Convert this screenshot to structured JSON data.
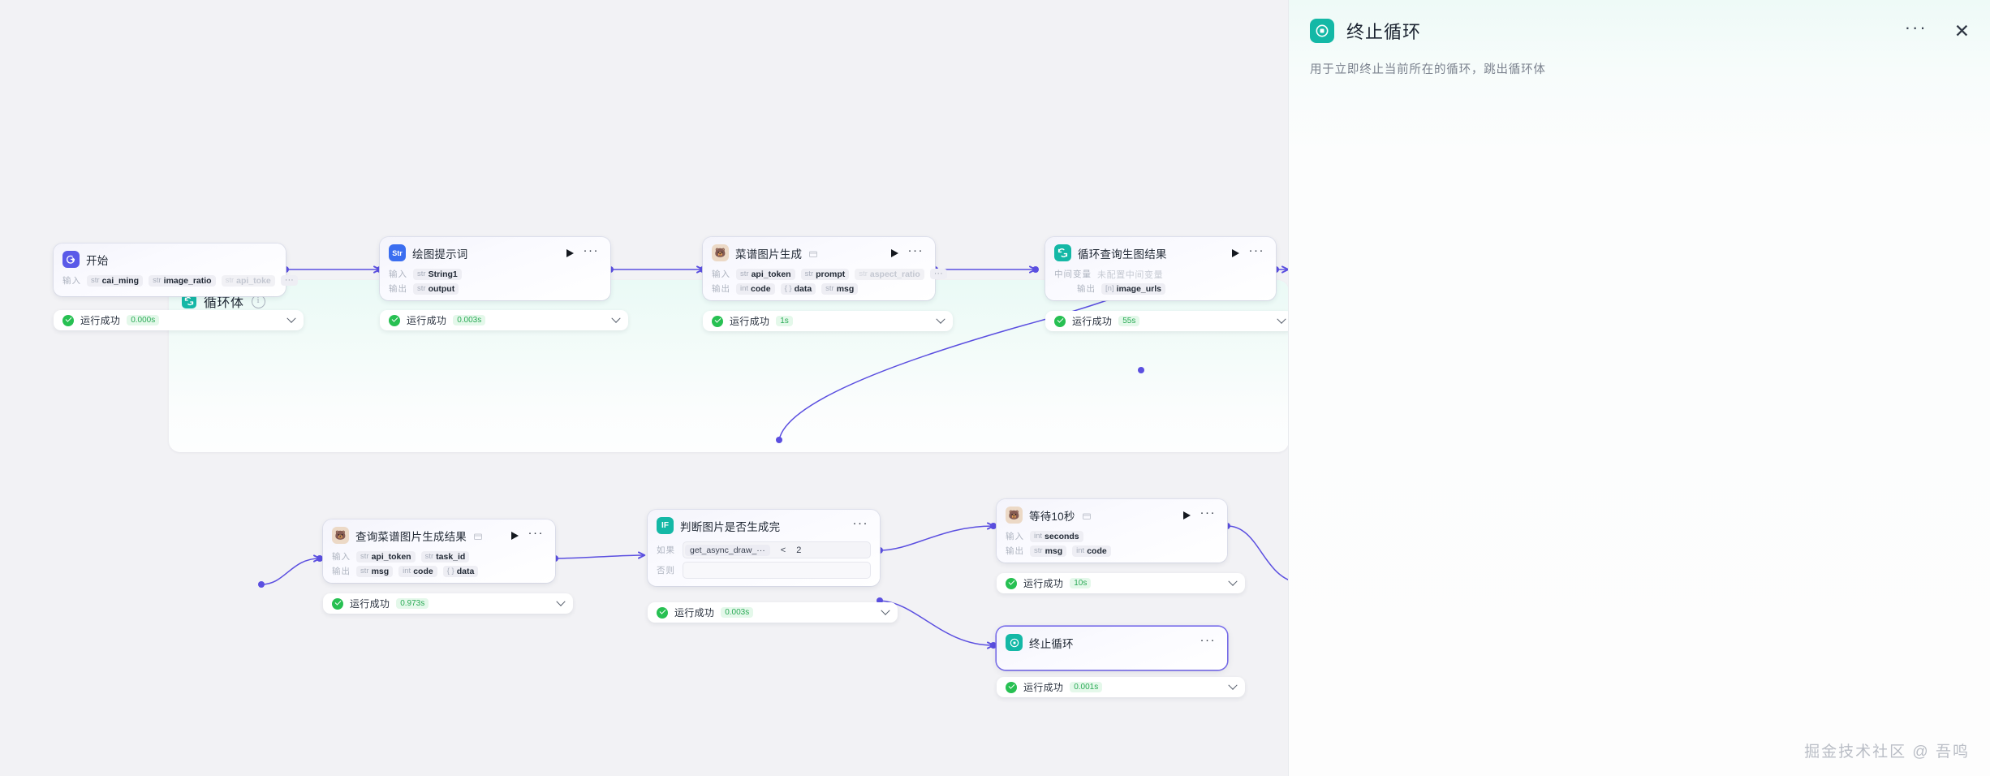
{
  "panel": {
    "icon": "stop-circle-icon",
    "title": "终止循环",
    "description": "用于立即终止当前所在的循环，跳出循环体",
    "more_label": "···",
    "close_label": "✕",
    "accent": "#14b8a6"
  },
  "watermark": "掘金技术社区 @ 吾鸣",
  "labels": {
    "input": "输入",
    "output": "输出",
    "mid_var": "中间变量",
    "if": "如果",
    "else": "否则",
    "overflow": "···",
    "status_ok": "运行成功"
  },
  "loop_box": {
    "title": "循环体",
    "icon": "loop-icon",
    "info_icon": "info-icon"
  },
  "nodes": [
    {
      "id": "start",
      "title": "开始",
      "icon": "start-icon",
      "icon_color": "#5a5ae8",
      "has_play": false,
      "selected": false,
      "rows": [
        {
          "label": "输入",
          "chips": [
            {
              "type": "str",
              "name": "cai_ming",
              "ghost": false
            },
            {
              "type": "str",
              "name": "image_ratio",
              "ghost": false
            },
            {
              "type": "str",
              "name": "api_toke",
              "ghost": true
            }
          ],
          "overflow": true
        }
      ],
      "status": {
        "text": "运行成功",
        "time": "0.000s"
      }
    },
    {
      "id": "draw-prompt",
      "title": "绘图提示词",
      "icon": "string-icon",
      "icon_color": "#3b6ef0",
      "has_play": true,
      "selected": false,
      "rows": [
        {
          "label": "输入",
          "chips": [
            {
              "type": "str",
              "name": "String1",
              "ghost": false
            }
          ]
        },
        {
          "label": "输出",
          "chips": [
            {
              "type": "str",
              "name": "output",
              "ghost": false
            }
          ]
        }
      ],
      "status": {
        "text": "运行成功",
        "time": "0.003s"
      }
    },
    {
      "id": "recipe-image-gen",
      "title": "菜谱图片生成",
      "icon": "plugin-icon",
      "icon_color": "#e8d4c0",
      "badge_icon": "card-icon",
      "has_play": true,
      "selected": false,
      "rows": [
        {
          "label": "输入",
          "chips": [
            {
              "type": "str",
              "name": "api_token",
              "ghost": false
            },
            {
              "type": "str",
              "name": "prompt",
              "ghost": false
            },
            {
              "type": "str",
              "name": "aspect_ratio",
              "ghost": true
            }
          ],
          "overflow": true
        },
        {
          "label": "输出",
          "chips": [
            {
              "type": "int",
              "name": "code",
              "ghost": false
            },
            {
              "type": "{ }",
              "name": "data",
              "ghost": false
            },
            {
              "type": "str",
              "name": "msg",
              "ghost": false
            }
          ]
        }
      ],
      "status": {
        "text": "运行成功",
        "time": "1s"
      }
    },
    {
      "id": "loop-query-image",
      "title": "循环查询生图结果",
      "icon": "loop-icon",
      "icon_color": "#14b8a6",
      "has_play": true,
      "selected": false,
      "rows": [
        {
          "label": "中间变量",
          "placeholder": "未配置中间变量"
        },
        {
          "label": "输出",
          "chips": [
            {
              "type": "[n]",
              "name": "image_urls",
              "ghost": false
            }
          ]
        }
      ],
      "status": {
        "text": "运行成功",
        "time": "55s"
      }
    },
    {
      "id": "query-recipe-image-result",
      "title": "查询菜谱图片生成结果",
      "icon": "plugin-icon",
      "icon_color": "#e8d4c0",
      "badge_icon": "card-icon",
      "has_play": true,
      "selected": false,
      "rows": [
        {
          "label": "输入",
          "chips": [
            {
              "type": "str",
              "name": "api_token",
              "ghost": false
            },
            {
              "type": "str",
              "name": "task_id",
              "ghost": false
            }
          ]
        },
        {
          "label": "输出",
          "chips": [
            {
              "type": "str",
              "name": "msg",
              "ghost": false
            },
            {
              "type": "int",
              "name": "code",
              "ghost": false
            },
            {
              "type": "{ }",
              "name": "data",
              "ghost": false
            }
          ]
        }
      ],
      "status": {
        "text": "运行成功",
        "time": "0.973s"
      }
    },
    {
      "id": "if-image-done",
      "title": "判断图片是否生成完",
      "icon": "if-icon",
      "icon_color": "#14b8a6",
      "has_play": false,
      "selected": false,
      "condition": {
        "if_label": "如果",
        "variable": "get_async_draw_···",
        "operator": "<",
        "value": "2",
        "else_label": "否则"
      },
      "status": {
        "text": "运行成功",
        "time": "0.003s"
      }
    },
    {
      "id": "wait-10s",
      "title": "等待10秒",
      "icon": "plugin-icon",
      "icon_color": "#e8d4c0",
      "badge_icon": "card-icon",
      "has_play": true,
      "selected": false,
      "rows": [
        {
          "label": "输入",
          "chips": [
            {
              "type": "int",
              "name": "seconds",
              "ghost": false
            }
          ]
        },
        {
          "label": "输出",
          "chips": [
            {
              "type": "str",
              "name": "msg",
              "ghost": false
            },
            {
              "type": "int",
              "name": "code",
              "ghost": false
            }
          ]
        }
      ],
      "status": {
        "text": "运行成功",
        "time": "10s"
      }
    },
    {
      "id": "terminate-loop",
      "title": "终止循环",
      "icon": "stop-circle-icon",
      "icon_color": "#14b8a6",
      "has_play": false,
      "selected": true,
      "rows": [],
      "status": {
        "text": "运行成功",
        "time": "0.001s"
      }
    }
  ]
}
